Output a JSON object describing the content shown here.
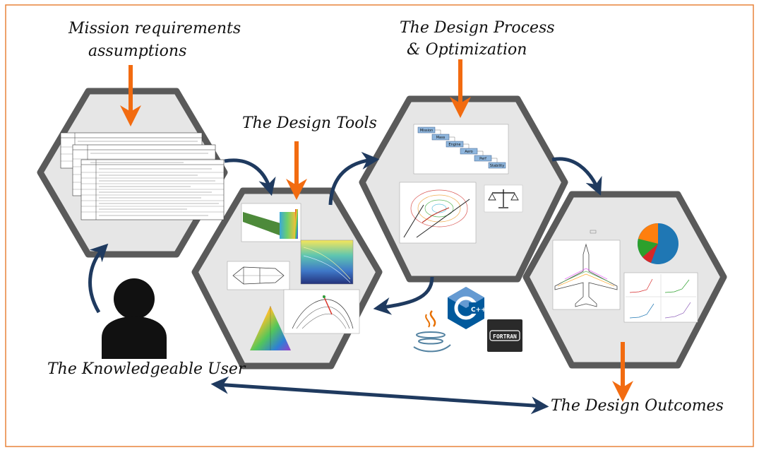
{
  "labels": {
    "mission_line1": "Mission  requirements",
    "mission_line2": "assumptions",
    "process_line1": "The Design Process",
    "process_line2": "& Optimization",
    "tools": "The Design Tools",
    "user": "The Knowledgeable User",
    "outcomes": "The Design Outcomes"
  },
  "dsm_boxes": [
    "Mission",
    "Mass",
    "Engine",
    "Aero",
    "Perf",
    "Stability"
  ],
  "language_logos": {
    "fortran": "FORTRAN",
    "cpp": "C++"
  },
  "icons": [
    "java-logo-icon",
    "cpp-logo-icon",
    "fortran-logo-icon",
    "scales-icon",
    "user-silhouette-icon",
    "airplane-icon",
    "pie-chart-icon"
  ],
  "colors": {
    "frame": "#e8833a",
    "hexagon_fill": "#e6e6e6",
    "hexagon_stroke": "#5a5a5a",
    "input_arrow": "#f26b10",
    "flow_arrow": "#1f3a5f",
    "dsm_box": "#8fb6dd"
  }
}
